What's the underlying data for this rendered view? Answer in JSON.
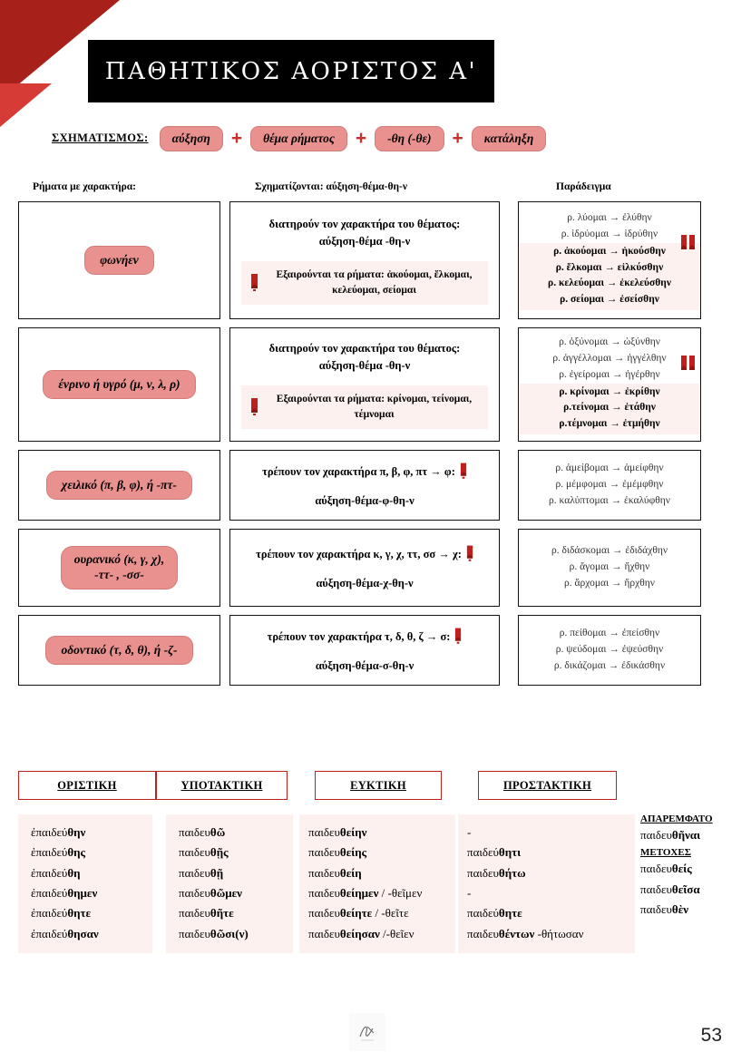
{
  "header": {
    "title": "ΠΑΘΗΤΙΚΟΣ ΑΟΡΙΣΤΟΣ Α'"
  },
  "formation": {
    "label": "ΣΧΗΜΑΤΙΣΜΟΣ:",
    "plus": "+",
    "parts": [
      {
        "text": "αύξηση"
      },
      {
        "text": "θέμα ρήματος"
      },
      {
        "text": "-θη (-θε)"
      },
      {
        "text": "κατάληξη"
      }
    ]
  },
  "table": {
    "headers": {
      "col1": "Ρήματα με χαρακτήρα:",
      "col2": "Σχηματίζονται: αύξηση-θέμα-θη-ν",
      "col3": "Παράδειγμα"
    },
    "rows": [
      {
        "character": "φωνήεν",
        "character_line2": "",
        "formation_main": "διατηρούν τον χαρακτήρα του θέματος:",
        "formation_sub": "αύξηση-θέμα -θη-ν",
        "pattern": "",
        "exclusion": "Εξαιρούνται τα ρήματα: ἀκούομαι, ἕλκομαι, κελεύομαι, σείομαι",
        "examples_plain": [
          "ρ. λύομαι → ἐλύθην",
          "ρ. ἱδρύομαι → ἱδρύθην"
        ],
        "examples_highlight": [
          "ρ. ἀκούομαι → ἠκούσθην",
          "ρ. ἕλκομαι → εἱλκύσθην",
          "ρ. κελεύομαι → ἐκελεύσθην",
          "ρ. σείομαι → ἐσείσθην"
        ]
      },
      {
        "character": "ένρινο ή υγρό (μ, ν, λ, ρ)",
        "character_line2": "",
        "formation_main": "διατηρούν τον χαρακτήρα του θέματος:",
        "formation_sub": "αύξηση-θέμα -θη-ν",
        "pattern": "",
        "exclusion": "Εξαιρούνται τα ρήματα: κρίνομαι, τείνομαι, τέμνομαι",
        "examples_plain": [
          "ρ. ὀξύνομαι → ὠξύνθην",
          "ρ. ἀγγέλλομαι → ἠγγέλθην",
          "ρ. ἐγείρομαι → ἠγέρθην"
        ],
        "examples_highlight": [
          "ρ. κρίνομαι → ἐκρίθην",
          "ρ.τείνομαι → ἐτάθην",
          "ρ.τέμνομαι → ἐτμήθην"
        ]
      },
      {
        "character": "χειλικό (π, β, φ), ή -πτ-",
        "character_line2": "",
        "formation_main": "τρέπουν τον χαρακτήρα π, β, φ, πτ  →  φ:",
        "formation_sub": "",
        "pattern": "αύξηση-θέμα-φ-θη-ν",
        "exclusion": "",
        "examples_plain": [
          "ρ. ἀμείβομαι → ἀμείφθην",
          "ρ. μέμφομαι → ἐμέμφθην",
          "ρ. καλύπτομαι → ἐκαλύφθην"
        ],
        "examples_highlight": []
      },
      {
        "character": "ουρανικό (κ, γ, χ),",
        "character_line2": "-ττ- , -σσ-",
        "formation_main": "τρέπουν τον χαρακτήρα κ, γ, χ, ττ, σσ  →  χ:",
        "formation_sub": "",
        "pattern": "αύξηση-θέμα-χ-θη-ν",
        "exclusion": "",
        "examples_plain": [
          "ρ. διδάσκομαι → ἐδιδάχθην",
          "ρ. ἄγομαι → ἤχθην",
          "ρ. ἄρχομαι → ἤρχθην"
        ],
        "examples_highlight": []
      },
      {
        "character": "οδοντικό (τ, δ, θ), ή -ζ-",
        "character_line2": "",
        "formation_main": "τρέπουν τον χαρακτήρα τ, δ, θ, ζ  →  σ:",
        "formation_sub": "",
        "pattern": "αύξηση-θέμα-σ-θη-ν",
        "exclusion": "",
        "examples_plain": [
          "ρ. πείθομαι → ἐπείσθην",
          "ρ. ψεύδομαι → ἐψεύσθην",
          "ρ. δικάζομαι → ἐδικάσθην"
        ],
        "examples_highlight": []
      }
    ]
  },
  "conjugation": {
    "columns": [
      {
        "title": "ΟΡΙΣΤΙΚΗ",
        "forms": [
          "ἐπαιδεύθην",
          "ἐπαιδεύθης",
          "ἐπαιδεύθη",
          "ἐπαιδεύθημεν",
          "ἐπαιδεύθητε",
          "ἐπαιδεύθησαν"
        ]
      },
      {
        "title": "ΥΠΟΤΑΚΤΙΚΗ",
        "forms": [
          "παιδευθῶ",
          "παιδευθῇς",
          "παιδευθῇ",
          "παιδευθῶμεν",
          "παιδευθῆτε",
          "παιδευθῶσι(ν)"
        ]
      },
      {
        "title": "ΕΥΚΤΙΚΗ",
        "forms": [
          "παιδευθείην",
          "παιδευθείης",
          "παιδευθείη",
          "παιδευθείημεν / -θεῖμεν",
          "παιδευθείητε / -θεῖτε",
          "παιδευθείησαν /-θεῖεν"
        ]
      },
      {
        "title": "ΠΡΟΣΤΑΚΤΙΚΗ",
        "forms": [
          "-",
          "παιδεύθητι",
          "παιδευθήτω",
          "-",
          "παιδεύθητε",
          "παιδευθέντων -θήτωσαν"
        ]
      }
    ],
    "extra": {
      "infinitive_title": "ΑΠΑΡΕΜΦΑΤΟ",
      "infinitive_form": "παιδευθῆναι",
      "participle_title": "ΜΕΤΟΧΕΣ",
      "participle_forms": [
        "παιδευθείς",
        "παιδευθεῖσα",
        "παιδευθὲν"
      ]
    }
  },
  "footer": {
    "page_number": "53"
  },
  "colors": {
    "accent_red": "#A8201A",
    "badge_pink": "#E8918F",
    "highlight_bg": "#FDF1EF",
    "border_red": "#C0201B"
  }
}
